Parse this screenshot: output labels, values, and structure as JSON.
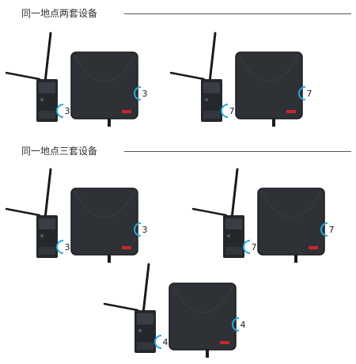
{
  "sections": [
    {
      "title": "同一地点两套设备"
    },
    {
      "title": "同一地点三套设备"
    }
  ],
  "kits": [
    {
      "channel": "3"
    },
    {
      "channel": "7"
    },
    {
      "channel": "3"
    },
    {
      "channel": "7"
    },
    {
      "channel": "4"
    }
  ],
  "colors": {
    "badge_ring": "#2aa8e0",
    "panel": "#2e3136",
    "transmitter": "#24272b",
    "brand_label": "#c8282d"
  }
}
